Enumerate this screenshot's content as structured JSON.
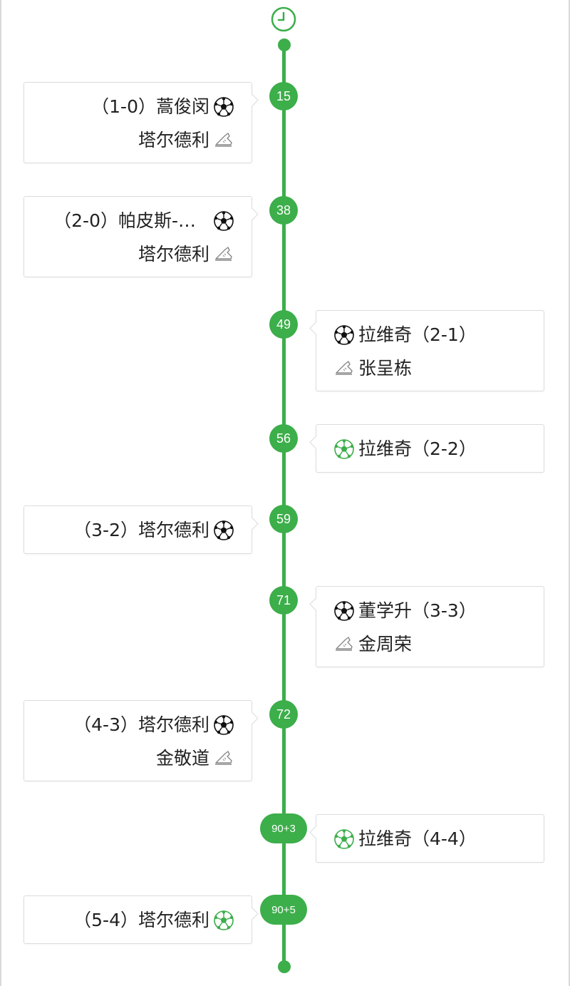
{
  "colors": {
    "accent": "#3cae4a",
    "card_border": "#dcdcdc",
    "text": "#222222",
    "own_goal_ball": "#3cae4a"
  },
  "icons": {
    "start": "clock-icon",
    "goal": "soccer-ball-icon",
    "own_goal": "soccer-ball-green-icon",
    "assist": "boot-icon"
  },
  "events": [
    {
      "minute": "15",
      "side": "home",
      "goal": "（1-0）蒿俊闵",
      "assist": "塔尔德利",
      "own_goal": false
    },
    {
      "minute": "38",
      "side": "home",
      "goal": "（2-0）帕皮斯-…",
      "assist": "塔尔德利",
      "own_goal": false
    },
    {
      "minute": "49",
      "side": "away",
      "goal": "拉维奇（2-1）",
      "assist": "张呈栋",
      "own_goal": false
    },
    {
      "minute": "56",
      "side": "away",
      "goal": "拉维奇（2-2）",
      "assist": null,
      "own_goal": true
    },
    {
      "minute": "59",
      "side": "home",
      "goal": "（3-2）塔尔德利",
      "assist": null,
      "own_goal": false
    },
    {
      "minute": "71",
      "side": "away",
      "goal": "董学升（3-3）",
      "assist": "金周荣",
      "own_goal": false
    },
    {
      "minute": "72",
      "side": "home",
      "goal": "（4-3）塔尔德利",
      "assist": "金敬道",
      "own_goal": false
    },
    {
      "minute": "90+3",
      "side": "away",
      "goal": "拉维奇（4-4）",
      "assist": null,
      "own_goal": true
    },
    {
      "minute": "90+5",
      "side": "home",
      "goal": "（5-4）塔尔德利",
      "assist": null,
      "own_goal": true
    }
  ]
}
